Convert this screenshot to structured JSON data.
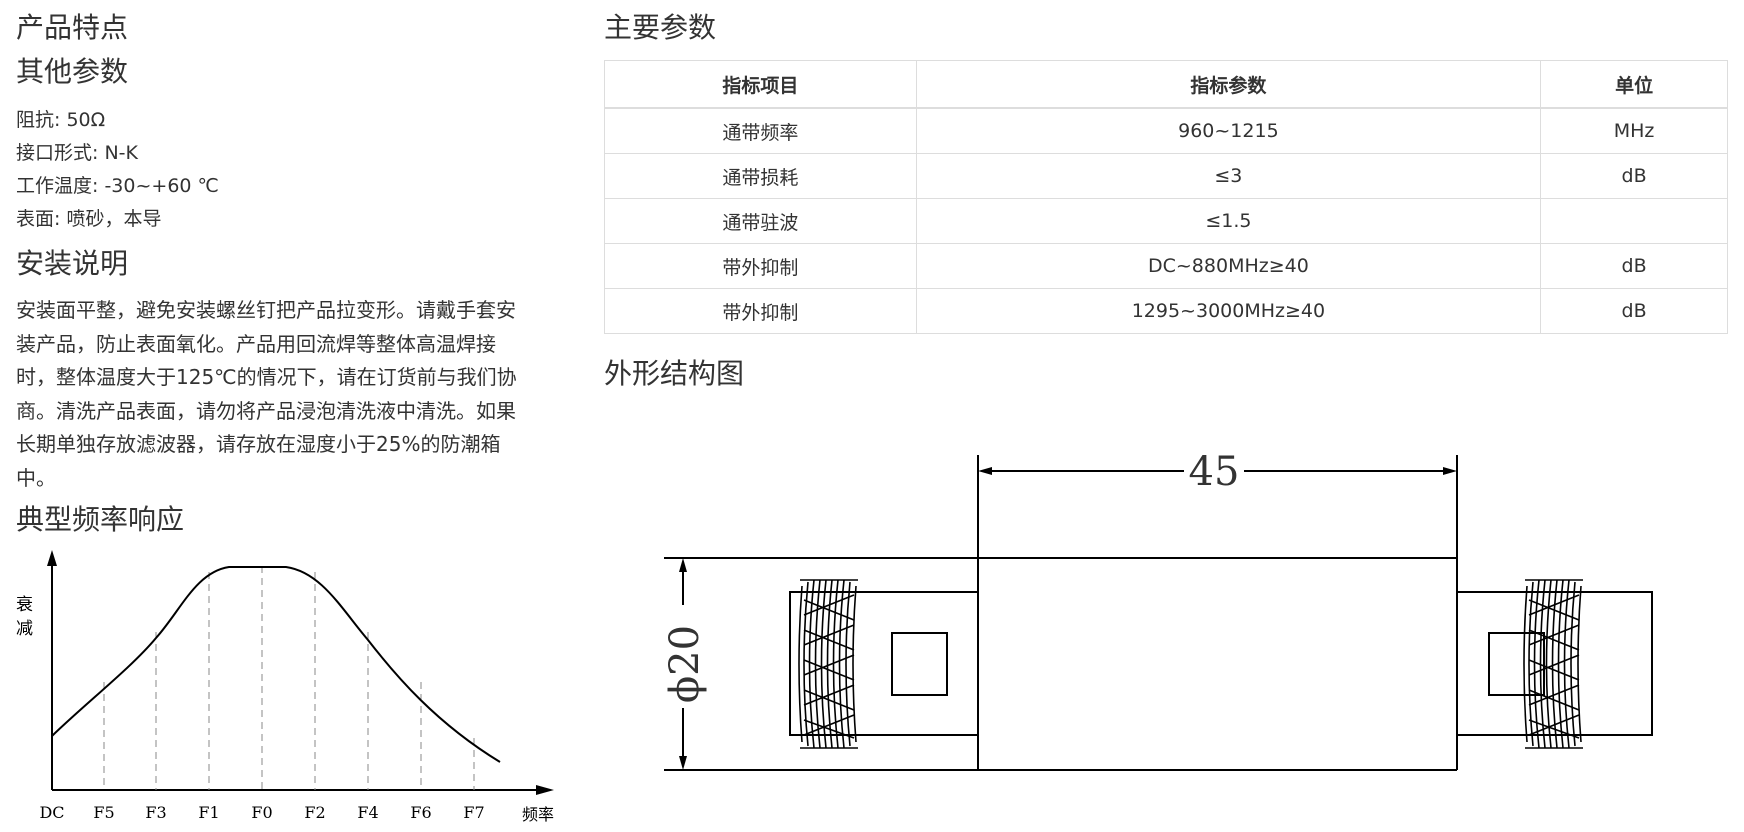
{
  "left": {
    "features_title": "产品特点",
    "other_title": "其他参数",
    "params": [
      "阻抗: 50Ω",
      "接口形式: N-K",
      "工作温度: -30~+60 ℃",
      "表面: 喷砂，本导"
    ],
    "install_title": "安装说明",
    "install_lines": [
      "安装面平整，避免安装螺丝钉把产品拉变形。请戴手套安",
      "装产品，防止表面氧化。产品用回流焊等整体高温焊接",
      "时，整体温度大于125℃的情况下，请在订货前与我们协",
      "商。清洗产品表面，请勿将产品浸泡清洗液中清洗。如果",
      "长期单独存放滤波器，请存放在湿度小于25%的防潮箱",
      "中。"
    ],
    "freq_title": "典型频率响应",
    "freq_ylabel_1": "衰",
    "freq_ylabel_2": "减",
    "freq_xlabel": "频率",
    "freq_ticks": [
      "DC",
      "F5",
      "F3",
      "F1",
      "F0",
      "F2",
      "F4",
      "F6",
      "F7"
    ]
  },
  "right": {
    "main_title": "主要参数",
    "table_headers": [
      "指标项目",
      "指标参数",
      "单位"
    ],
    "table_rows": [
      [
        "通带频率",
        "960~1215",
        "MHz"
      ],
      [
        "通带损耗",
        "≤3",
        "dB"
      ],
      [
        "通带驻波",
        "≤1.5",
        ""
      ],
      [
        "带外抑制",
        "DC~880MHz≥40",
        "dB"
      ],
      [
        "带外抑制",
        "1295~3000MHz≥40",
        "dB"
      ]
    ],
    "struct_title": "外形结构图",
    "dim_length": "45",
    "dim_diameter": "ϕ20"
  }
}
